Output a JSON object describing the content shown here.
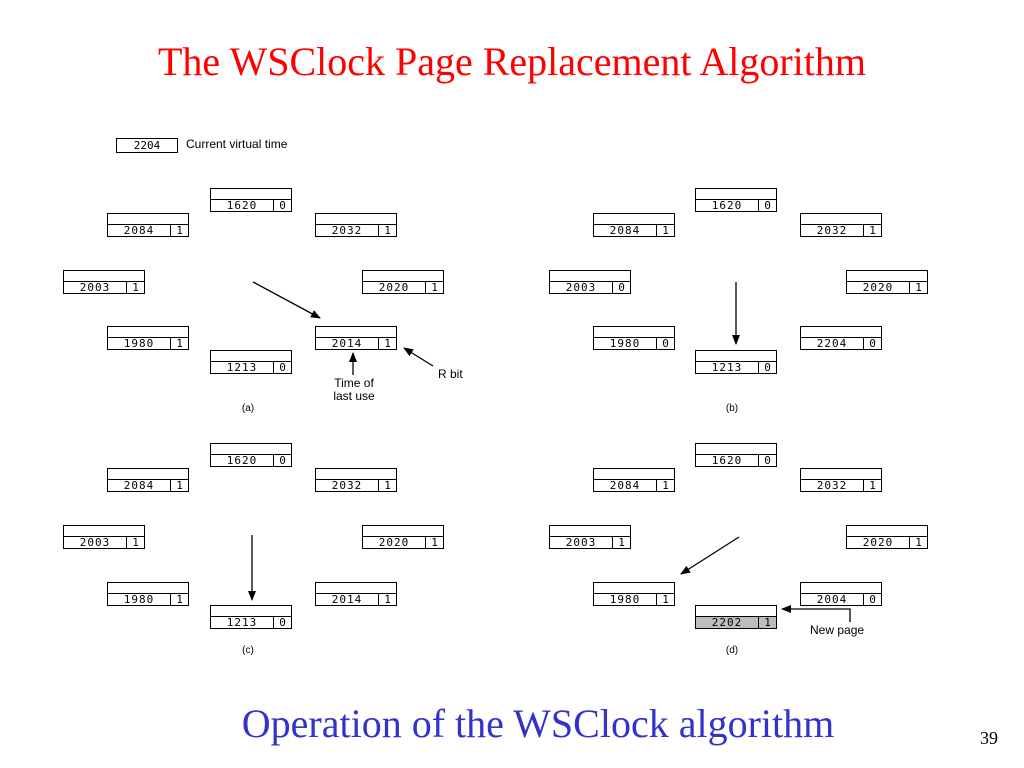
{
  "title": "The WSClock Page Replacement Algorithm",
  "caption": "Operation of the WSClock algorithm",
  "page_number": "39",
  "current_time": {
    "value": "2204",
    "label": "Current virtual time"
  },
  "panels": [
    {
      "label": "(a)",
      "entries": [
        {
          "time": "1620",
          "rbit": "0"
        },
        {
          "time": "2032",
          "rbit": "1"
        },
        {
          "time": "2020",
          "rbit": "1"
        },
        {
          "time": "2014",
          "rbit": "1"
        },
        {
          "time": "1213",
          "rbit": "0"
        },
        {
          "time": "1980",
          "rbit": "1"
        },
        {
          "time": "2003",
          "rbit": "1"
        },
        {
          "time": "2084",
          "rbit": "1"
        }
      ]
    },
    {
      "label": "(b)",
      "entries": [
        {
          "time": "1620",
          "rbit": "0"
        },
        {
          "time": "2032",
          "rbit": "1"
        },
        {
          "time": "2020",
          "rbit": "1"
        },
        {
          "time": "2204",
          "rbit": "0"
        },
        {
          "time": "1213",
          "rbit": "0"
        },
        {
          "time": "1980",
          "rbit": "0"
        },
        {
          "time": "2003",
          "rbit": "0"
        },
        {
          "time": "2084",
          "rbit": "1"
        }
      ]
    },
    {
      "label": "(c)",
      "entries": [
        {
          "time": "1620",
          "rbit": "0"
        },
        {
          "time": "2032",
          "rbit": "1"
        },
        {
          "time": "2020",
          "rbit": "1"
        },
        {
          "time": "2014",
          "rbit": "1"
        },
        {
          "time": "1213",
          "rbit": "0"
        },
        {
          "time": "1980",
          "rbit": "1"
        },
        {
          "time": "2003",
          "rbit": "1"
        },
        {
          "time": "2084",
          "rbit": "1"
        }
      ]
    },
    {
      "label": "(d)",
      "entries": [
        {
          "time": "1620",
          "rbit": "0"
        },
        {
          "time": "2032",
          "rbit": "1"
        },
        {
          "time": "2020",
          "rbit": "1"
        },
        {
          "time": "2004",
          "rbit": "0"
        },
        {
          "time": "2202",
          "rbit": "1"
        },
        {
          "time": "1980",
          "rbit": "1"
        },
        {
          "time": "2003",
          "rbit": "1"
        },
        {
          "time": "2084",
          "rbit": "1"
        }
      ]
    }
  ],
  "annotations": {
    "time_of_last_use": "Time of\nlast use",
    "r_bit": "R bit",
    "new_page": "New page"
  }
}
